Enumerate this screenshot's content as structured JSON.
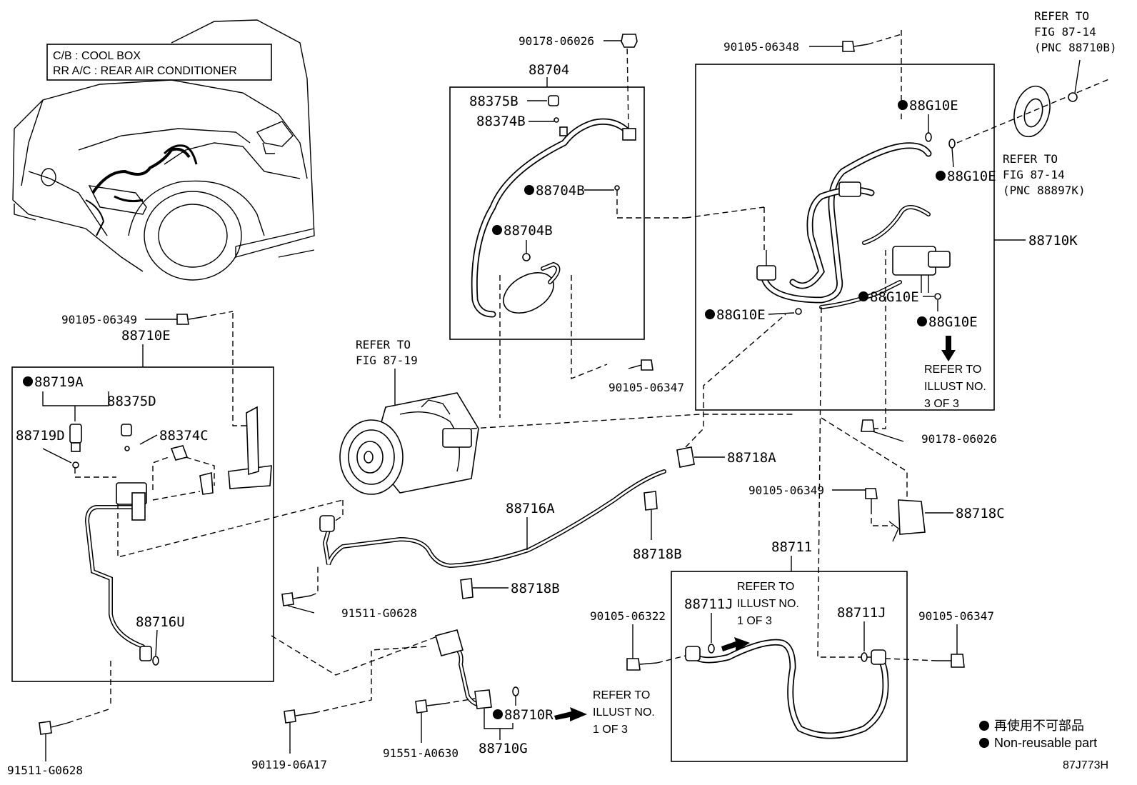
{
  "legend_box": {
    "line1": "C/B  :  COOL BOX",
    "line2": "RR A/C  :  REAR AIR CONDITIONER"
  },
  "labels": {
    "p_90178_06026_top": "90178-06026",
    "p_88704": "88704",
    "p_88375B": "88375B",
    "p_88374B": "88374B",
    "p_88704B_a": "88704B",
    "p_88704B_b": "88704B",
    "p_90105_06348": "90105-06348",
    "p_88G10E_1": "88G10E",
    "p_88G10E_2": "88G10E",
    "p_88G10E_3": "88G10E",
    "p_88G10E_4": "88G10E",
    "p_88G10E_5": "88G10E",
    "p_88710K": "88710K",
    "p_90105_06349_top": "90105-06349",
    "p_88710E": "88710E",
    "p_88719A": "88719A",
    "p_88375D": "88375D",
    "p_88719D": "88719D",
    "p_88374C": "88374C",
    "p_88716U": "88716U",
    "p_90105_06347_a": "90105-06347",
    "p_90178_06026_right": "90178-06026",
    "p_88718A": "88718A",
    "p_90105_06349_right": "90105-06349",
    "p_88718C": "88718C",
    "p_88716A": "88716A",
    "p_88718B_a": "88718B",
    "p_88718B_b": "88718B",
    "p_88711": "88711",
    "p_91511_G0628_mid": "91511-G0628",
    "p_90105_06322": "90105-06322",
    "p_88711J_a": "88711J",
    "p_88711J_b": "88711J",
    "p_90105_06347_b": "90105-06347",
    "p_91511_G0628_bot": "91511-G0628",
    "p_90119_06A17": "90119-06A17",
    "p_91551_A0630": "91551-A0630",
    "p_88710R": "88710R",
    "p_88710G": "88710G"
  },
  "refs": {
    "fig_87_14_a": [
      "REFER TO",
      "FIG 87-14",
      "(PNC 88710B)"
    ],
    "fig_87_14_b": [
      "REFER TO",
      "FIG 87-14",
      "(PNC 88897K)"
    ],
    "fig_87_19": [
      "REFER TO",
      "FIG 87-19"
    ],
    "illust_3of3": [
      "REFER TO",
      "ILLUST NO.",
      "3 OF 3"
    ],
    "illust_1of3_a": [
      "REFER TO",
      "ILLUST NO.",
      "1 OF 3"
    ],
    "illust_1of3_b": [
      "REFER TO",
      "ILLUST NO.",
      "1 OF 3"
    ]
  },
  "footer": {
    "legend_jp": "再使用不可部品",
    "legend_en": "Non-reusable part",
    "diagram_code": "87J773H"
  }
}
